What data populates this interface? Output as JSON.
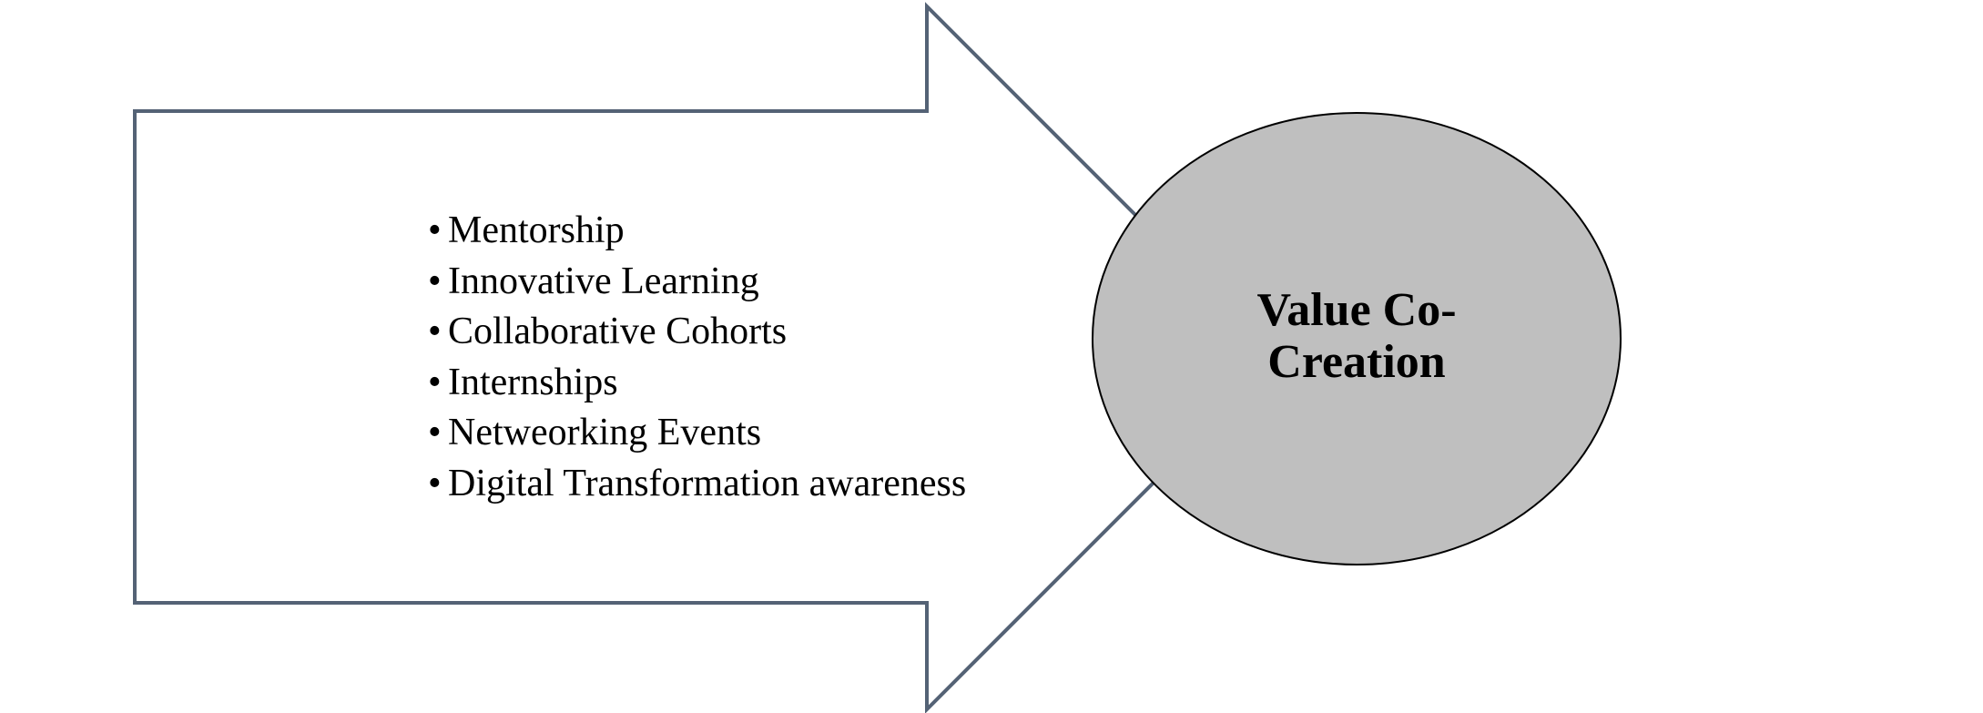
{
  "diagram": {
    "colors": {
      "arrow_stroke": "#546275",
      "arrow_fill": "#ffffff",
      "ellipse_fill": "#bfbfbf",
      "ellipse_stroke": "#000000"
    },
    "arrow": {
      "bullet_char": "•",
      "items": [
        "Mentorship",
        "Innovative Learning",
        "Collaborative Cohorts",
        "Internships",
        "Netweorking Events",
        "Digital Transformation awareness"
      ]
    },
    "outcome": {
      "line1": "Value Co-",
      "line2": "Creation"
    }
  }
}
